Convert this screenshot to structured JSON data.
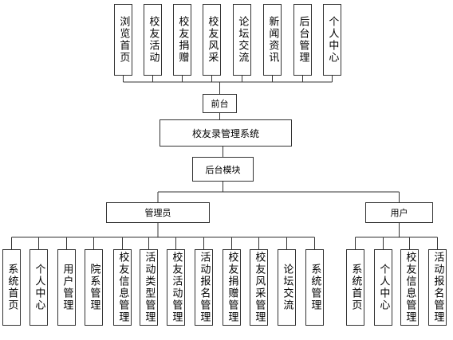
{
  "diagram": {
    "top_modules": [
      "浏览首页",
      "校友活动",
      "校友捐赠",
      "校友风采",
      "论坛交流",
      "新闻资讯",
      "后台管理",
      "个人中心"
    ],
    "front": "前台",
    "system": "校友录管理系统",
    "backend": "后台模块",
    "admin": "管理员",
    "user": "用户",
    "admin_modules": [
      "系统首页",
      "个人中心",
      "用户管理",
      "院系管理",
      "校友信息管理",
      "活动类型管理",
      "校友活动管理",
      "活动报名管理",
      "校友捐赠管理",
      "校友风采管理",
      "论坛交流",
      "系统管理"
    ],
    "user_modules": [
      "系统首页",
      "个人中心",
      "校友信息管理",
      "活动报名管理"
    ]
  }
}
